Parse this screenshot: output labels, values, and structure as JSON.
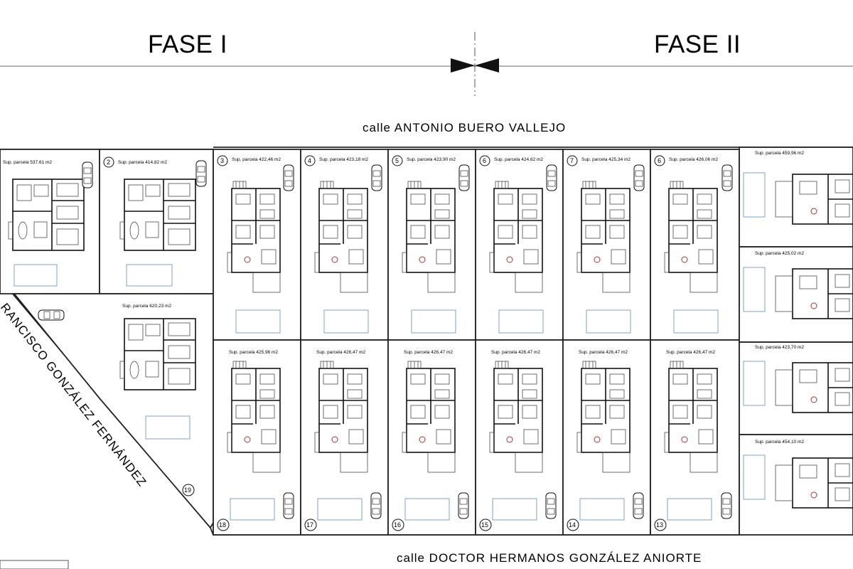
{
  "phases": {
    "left": "FASE I",
    "right": "FASE II"
  },
  "streets": {
    "top": "calle  ANTONIO  BUERO  VALLEJO",
    "bottom": "calle  DOCTOR  HERMANOS  GONZÁLEZ  ANIORTE",
    "diagonal": "RANCISCO  GONZÁLEZ  FERNÁNDEZ"
  },
  "plots": {
    "p1": {
      "num": "",
      "area": "Sup. parcela 537,61 m2"
    },
    "p2": {
      "num": "2",
      "area": "Sup. parcela 414,82 m2"
    },
    "p3": {
      "num": "3",
      "area": "Sup. parcela 422,46 m2"
    },
    "p4": {
      "num": "4",
      "area": "Sup. parcela 423,18 m2"
    },
    "p5": {
      "num": "5",
      "area": "Sup. parcela 423,90 m2"
    },
    "p6": {
      "num": "6",
      "area": "Sup. parcela 424,62 m2"
    },
    "p7": {
      "num": "7",
      "area": "Sup. parcela 425,34 m2"
    },
    "p8": {
      "num": "6",
      "area": "Sup. parcela 426,06 m2"
    },
    "p9": {
      "num": "",
      "area": "Sup. parcela 459,96 m2"
    },
    "p10": {
      "num": "",
      "area": "Sup. parcela 425,02 m2"
    },
    "p11": {
      "num": "",
      "area": "Sup. parcela 423,70 m2"
    },
    "p12": {
      "num": "",
      "area": "Sup. parcela 454,10 m2"
    },
    "p13": {
      "num": "13",
      "area": "Sup. parcela 426,47 m2"
    },
    "p14": {
      "num": "14",
      "area": "Sup. parcela 426,47 m2"
    },
    "p15": {
      "num": "15",
      "area": "Sup. parcela 426,47 m2"
    },
    "p16": {
      "num": "16",
      "area": "Sup. parcela 426,47 m2"
    },
    "p17": {
      "num": "17",
      "area": "Sup. parcela 426,47 m2"
    },
    "p18": {
      "num": "18",
      "area": "Sup. parcela 425,96 m2"
    },
    "p19": {
      "num": "19",
      "area": "Sup. parcela 620,23 m2"
    }
  }
}
